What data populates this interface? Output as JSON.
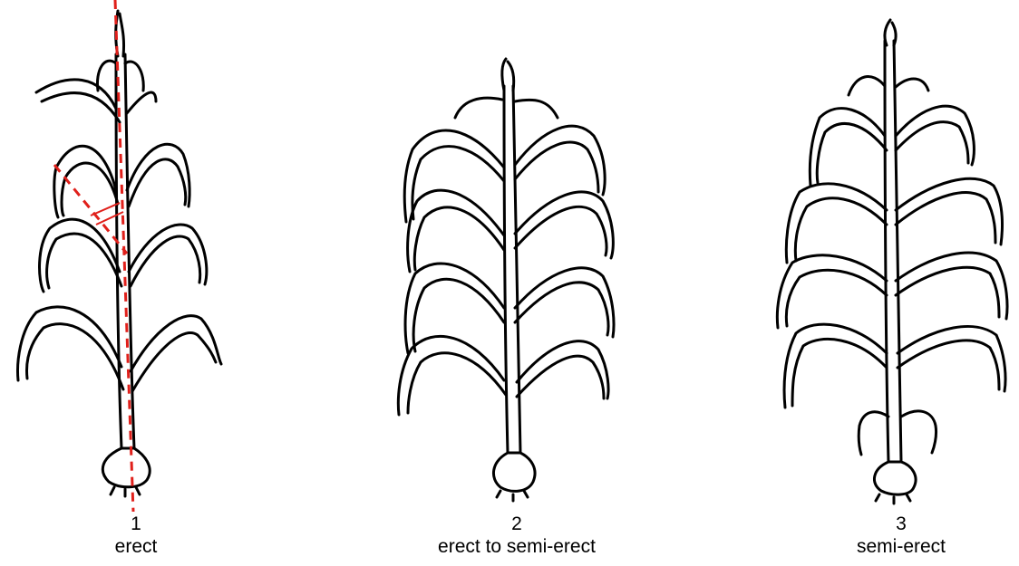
{
  "plants": [
    {
      "number": "1",
      "label": "erect"
    },
    {
      "number": "2",
      "label": "erect to semi-erect"
    },
    {
      "number": "3",
      "label": "semi-erect"
    }
  ],
  "colors": {
    "ink": "#000000",
    "guide": "#e0201b"
  }
}
